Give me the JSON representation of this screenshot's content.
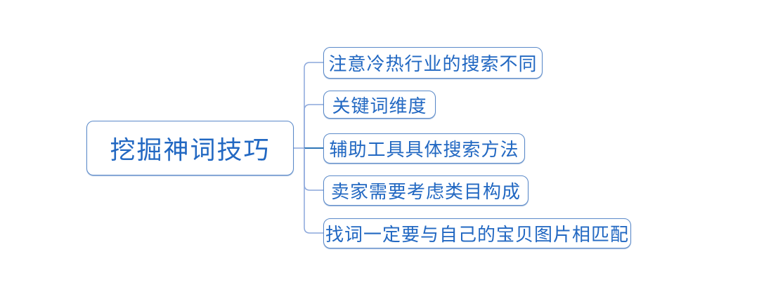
{
  "diagram": {
    "type": "mindmap"
  },
  "root": {
    "label": "挖掘神词技巧"
  },
  "children": [
    {
      "label": "注意冷热行业的搜索不同"
    },
    {
      "label": "关键词维度"
    },
    {
      "label": "辅助工具具体搜索方法"
    },
    {
      "label": "卖家需要考虑类目构成"
    },
    {
      "label": "找词一定要与自己的宝贝图片相匹配"
    }
  ],
  "colors": {
    "text": "#2268c2",
    "node_border": "#5b8ac9",
    "connector": "#8ba7db",
    "connector_accent": "#2e75b6",
    "background": "#ffffff"
  }
}
